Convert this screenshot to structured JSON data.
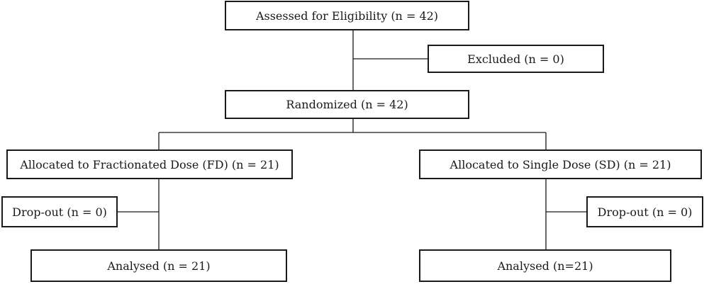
{
  "boxes": {
    "assessed": "Assessed for Eligibility (n = 42)",
    "excluded": "Excluded (n = 0)",
    "randomized": "Randomized (n = 42)",
    "allocated_fd": "Allocated to Fractionated Dose (FD) (n = 21)",
    "allocated_sd": "Allocated to Single Dose (SD) (n = 21)",
    "dropout_fd": "Drop-out (n = 0)",
    "dropout_sd": "Drop-out (n = 0)",
    "analysed_fd": "Analysed (n = 21)",
    "analysed_sd": "Analysed (n=21)"
  }
}
